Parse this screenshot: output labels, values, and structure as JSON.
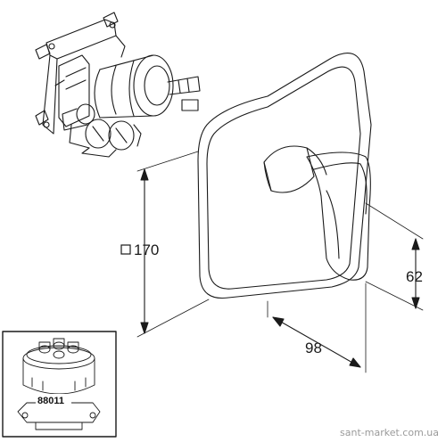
{
  "drawing": {
    "dim_height": "170",
    "dim_height_prefix_icon": "square-symbol-icon",
    "dim_depth": "98",
    "dim_lever": "62",
    "inset_part_number": "88011"
  },
  "watermark": "sant-market.com.ua",
  "colors": {
    "line": "#1a1a1a",
    "background": "#ffffff"
  }
}
